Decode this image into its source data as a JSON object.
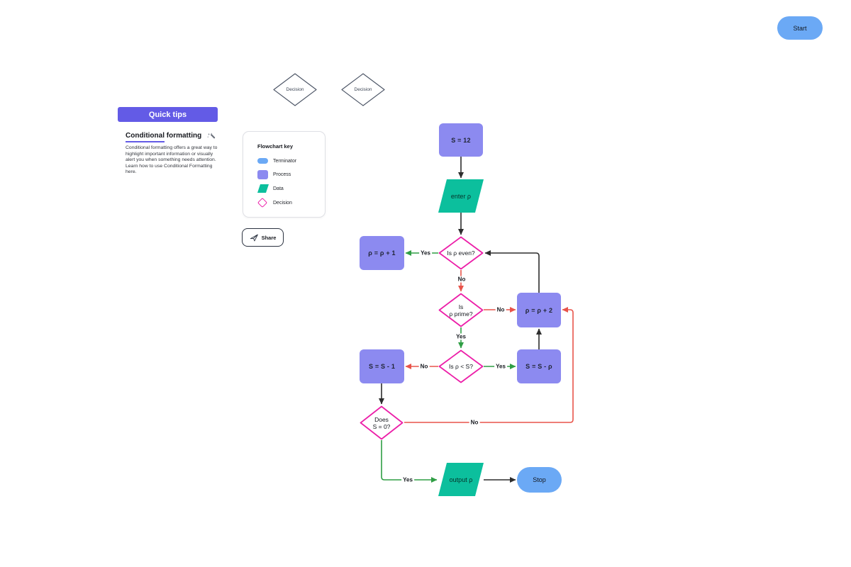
{
  "colors": {
    "process_purple": "#8c8af0",
    "terminator_blue": "#6ba9f5",
    "data_teal": "#0cbf9d",
    "decision_magenta": "#ec1ea8",
    "edge_black": "#2d2d2d",
    "edge_red": "#e8544a",
    "edge_green": "#2f9e44",
    "tips_header_purple": "#635be6"
  },
  "quick_tips": {
    "header": "Quick tips",
    "title_underlined": "Conditional",
    "title_rest": " formatting",
    "body": "Conditional formatting offers a great way to highlight important information or visually alert you when something needs attention. Learn how to use Conditional Formatting here."
  },
  "flowchart_key": {
    "title": "Flowchart key",
    "items": [
      {
        "type": "terminator",
        "label": "Terminator"
      },
      {
        "type": "process",
        "label": "Process"
      },
      {
        "type": "data",
        "label": "Data"
      },
      {
        "type": "decision",
        "label": "Decision"
      }
    ]
  },
  "share": {
    "label": "Share"
  },
  "palette": {
    "decision_1": "Decision",
    "decision_2": "Decision"
  },
  "nodes": {
    "start": "Start",
    "s12": "S = 12",
    "enter_p": "enter ρ",
    "is_even": "Is ρ even?",
    "p_plus_1": "ρ = ρ + 1",
    "is_prime_line1": "Is",
    "is_prime_line2": "ρ prime?",
    "p_plus_2": "ρ = ρ + 2",
    "is_less": "Is ρ < S?",
    "s_minus_1": "S = S - 1",
    "s_minus_p": "S = S - ρ",
    "does_zero_line1": "Does",
    "does_zero_line2": "S = 0?",
    "output_p": "output ρ",
    "stop": "Stop"
  },
  "edges": {
    "even_yes": "Yes",
    "even_no": "No",
    "prime_no": "No",
    "prime_yes": "Yes",
    "less_no": "No",
    "less_yes": "Yes",
    "zero_no": "No",
    "zero_yes": "Yes"
  }
}
